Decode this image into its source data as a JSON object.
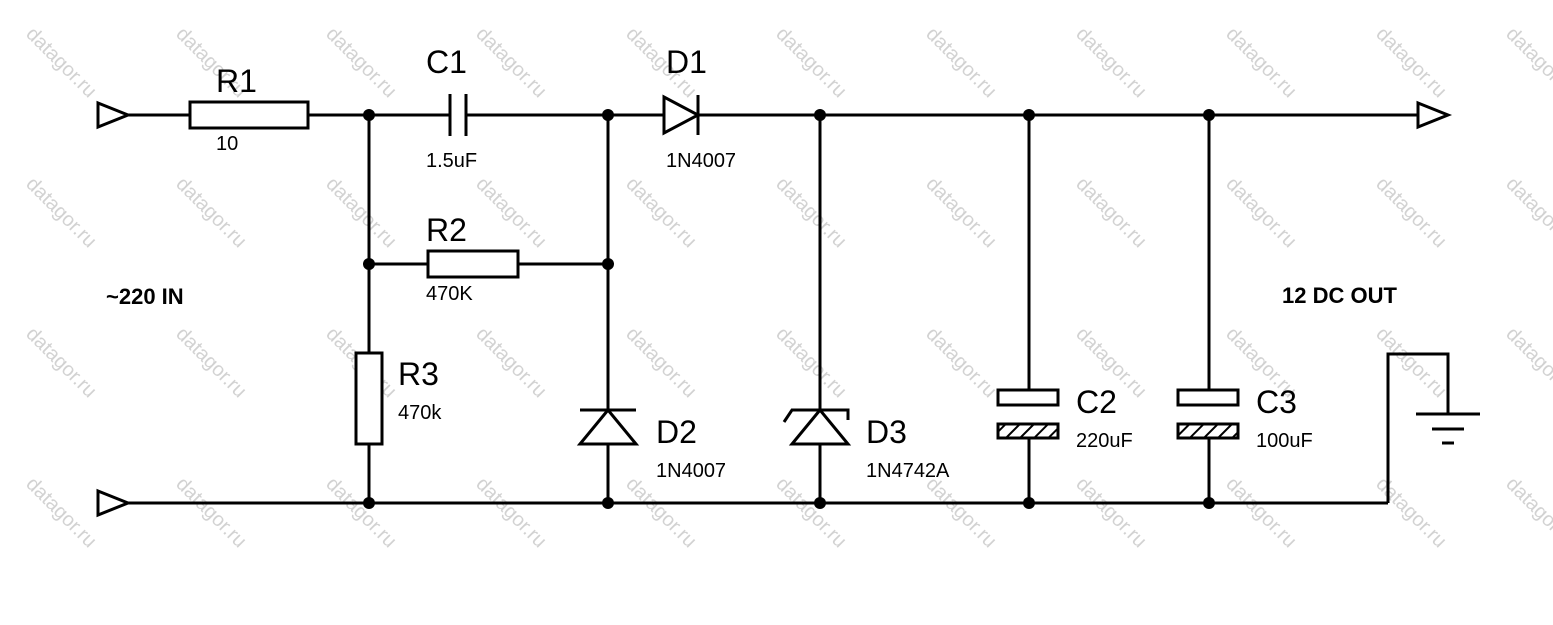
{
  "watermark": "datagor.ru",
  "labels": {
    "input": "~220 IN",
    "output": "12 DC OUT"
  },
  "components": {
    "r1": {
      "ref": "R1",
      "value": "10"
    },
    "c1": {
      "ref": "C1",
      "value": "1.5uF"
    },
    "d1": {
      "ref": "D1",
      "value": "1N4007"
    },
    "r2": {
      "ref": "R2",
      "value": "470K"
    },
    "r3": {
      "ref": "R3",
      "value": "470k"
    },
    "d2": {
      "ref": "D2",
      "value": "1N4007"
    },
    "d3": {
      "ref": "D3",
      "value": "1N4742A"
    },
    "c2": {
      "ref": "C2",
      "value": "220uF"
    },
    "c3": {
      "ref": "C3",
      "value": "100uF"
    }
  }
}
